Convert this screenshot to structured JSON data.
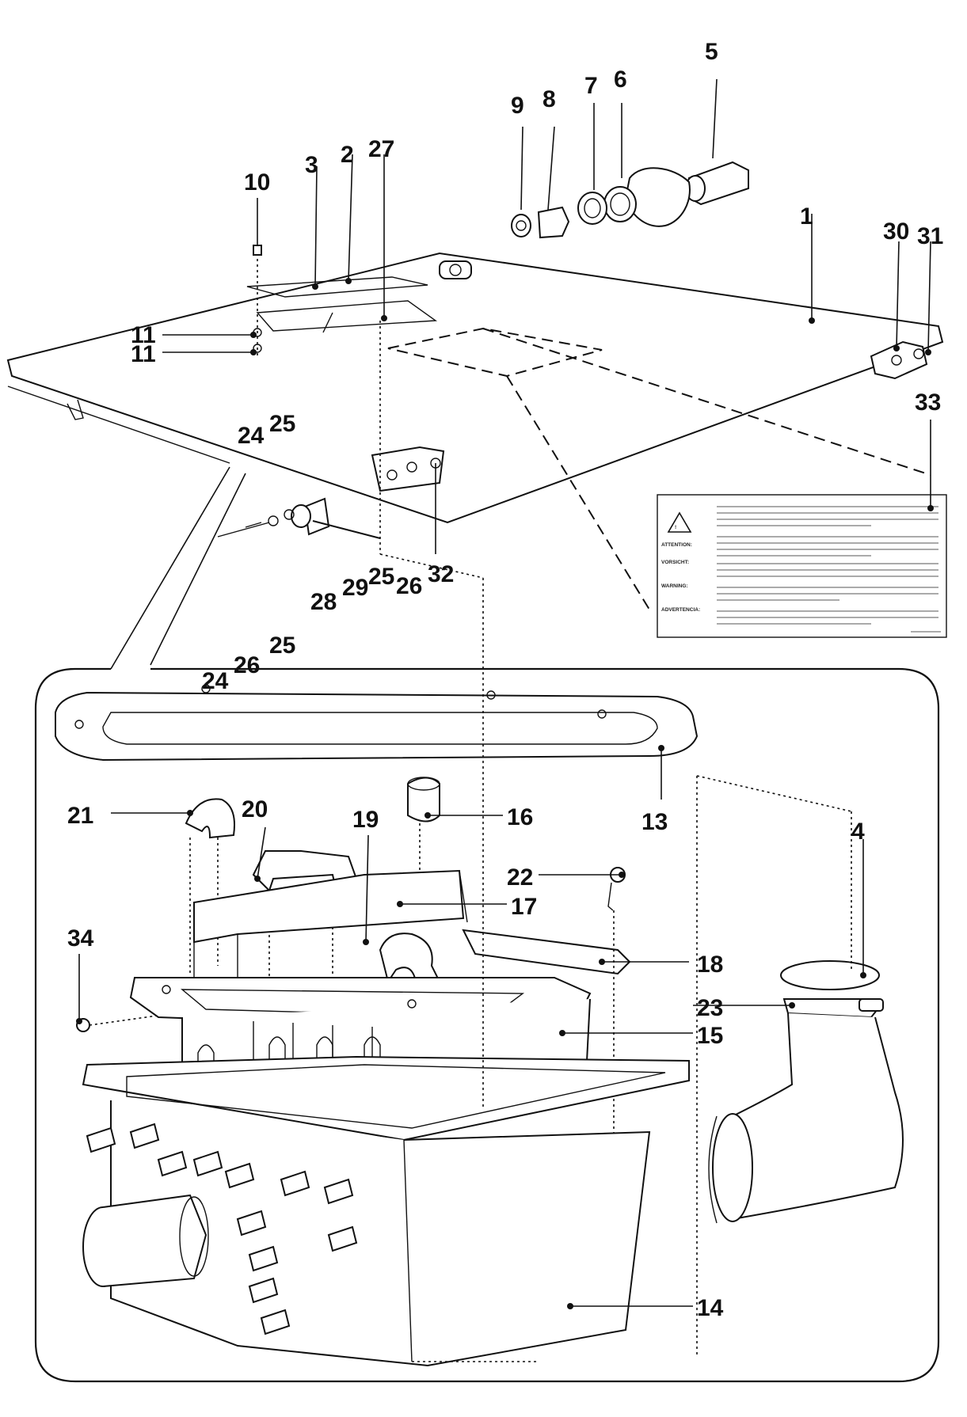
{
  "callouts": {
    "c1": "1",
    "c2": "2",
    "c3": "3",
    "c4": "4",
    "c5": "5",
    "c6": "6",
    "c7": "7",
    "c8": "8",
    "c9": "9",
    "c10": "10",
    "c11a": "11",
    "c11b": "11",
    "c13": "13",
    "c14": "14",
    "c15": "15",
    "c16": "16",
    "c17": "17",
    "c18": "18",
    "c19": "19",
    "c20": "20",
    "c21": "21",
    "c22": "22",
    "c23": "23",
    "c24a": "24",
    "c24b": "24",
    "c25a": "25",
    "c25b": "25",
    "c25c": "25",
    "c26a": "26",
    "c26b": "26",
    "c27": "27",
    "c28": "28",
    "c29": "29",
    "c30": "30",
    "c31": "31",
    "c32": "32",
    "c33": "33",
    "c34": "34"
  },
  "warning_label": {
    "headings": [
      "ATTENTION:",
      "VORSICHT:",
      "WARNING:",
      "ADVERTENCIA:"
    ]
  },
  "colors": {
    "ink": "#111111",
    "paper": "#ffffff"
  }
}
